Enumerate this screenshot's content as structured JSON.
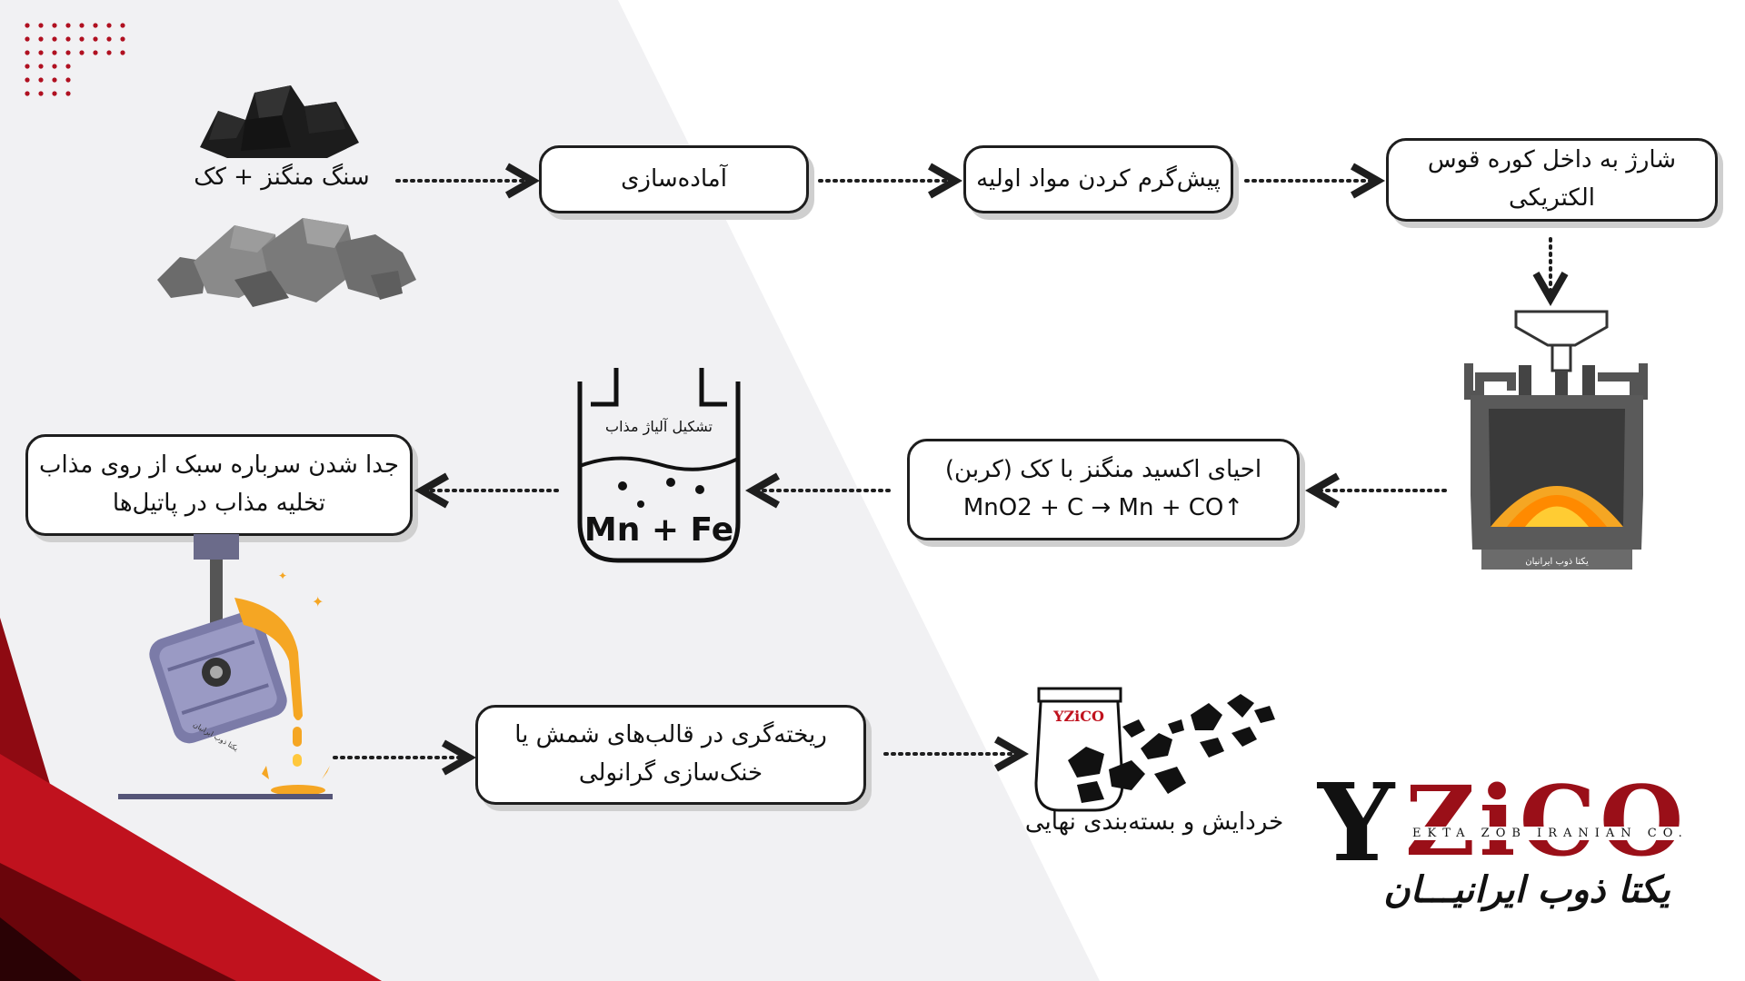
{
  "colors": {
    "accent": "#c0121e",
    "dark": "#1e1e1e",
    "shadow": "#cfcfcf"
  },
  "nodes": {
    "raw_label": "سنگ منگنز + کک",
    "prep": "آماده‌سازی",
    "preheat": "پیش‌گرم کردن مواد اولیه",
    "charge": "شارژ به داخل کوره قوس الکتریکی",
    "reduction_line1": "احیای اکسید منگنز با کک (کربن)",
    "reduction_line2": "MnO2 + C → Mn + CO↑",
    "alloy_label": "تشکیل آلیاژ مذاب",
    "alloy_formula": "Mn + Fe",
    "separate_line1": "جدا شدن سرباره سبک از روی مذاب",
    "separate_line2": "تخلیه مذاب در پاتیل‌ها",
    "cast_line1": "ریخته‌گری در قالب‌های شمش یا",
    "cast_line2": "خنک‌سازی گرانولی",
    "crush_label": "خردایش و بسته‌بندی نهایی"
  },
  "icons": {
    "coke": "coke-pile-icon",
    "ore": "manganese-ore-icon",
    "furnace": "electric-arc-furnace-icon",
    "crucible": "crucible-icon",
    "ladle": "pouring-ladle-icon",
    "bag": "product-bag-icon"
  },
  "furnace_caption": "یکتا ذوب ایرانیان",
  "ladle_caption": "یکتا ذوب ایرانیان",
  "bag_logo": "YZiCO",
  "brand": {
    "logo_y": "Y",
    "logo_rest": "ZiCO",
    "tagline": "EKTA ZOB IRANIAN CO.",
    "persian": "یکتا ذوب ایرانیـــان"
  }
}
